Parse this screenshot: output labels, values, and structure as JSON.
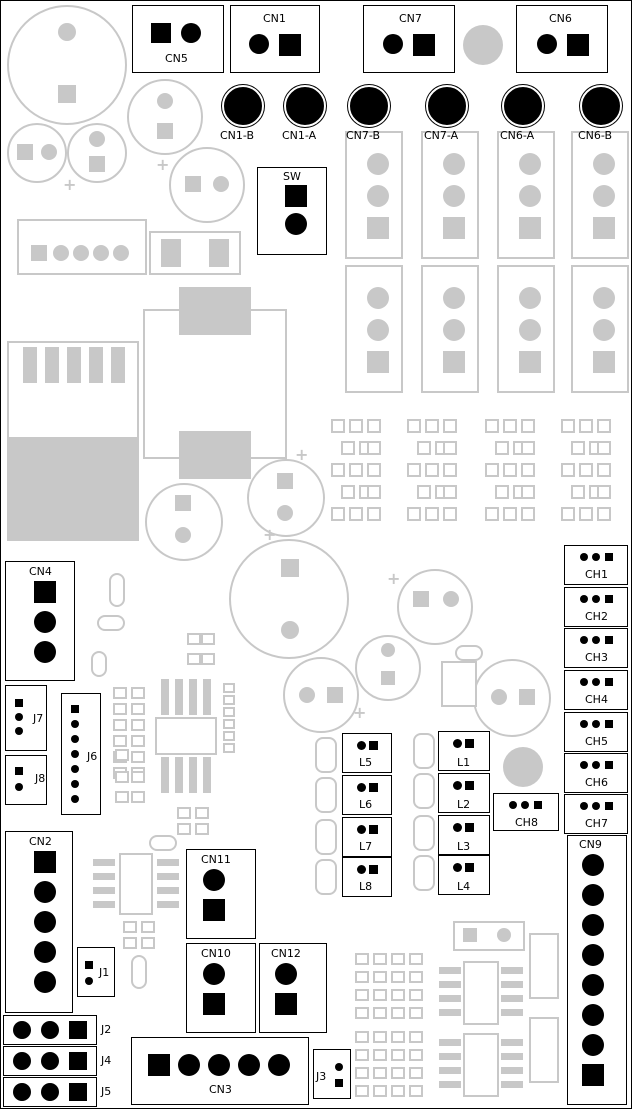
{
  "connectors": {
    "cn1": "CN1",
    "cn5": "CN5",
    "cn7": "CN7",
    "cn6": "CN6",
    "cn4": "CN4",
    "cn2": "CN2",
    "cn3": "CN3",
    "cn9": "CN9",
    "cn10": "CN10",
    "cn11": "CN11",
    "cn12": "CN12",
    "sw": "SW"
  },
  "test_points": [
    "CN1-B",
    "CN1-A",
    "CN7-B",
    "CN7-A",
    "CN6-A",
    "CN6-B"
  ],
  "channels": [
    "CH1",
    "CH2",
    "CH3",
    "CH4",
    "CH5",
    "CH6",
    "CH7",
    "CH8"
  ],
  "leds_left": [
    "L5",
    "L6",
    "L7",
    "L8"
  ],
  "leds_right": [
    "L1",
    "L2",
    "L3",
    "L4"
  ],
  "jumpers": {
    "j1": "J1",
    "j2": "J2",
    "j3": "J3",
    "j4": "J4",
    "j5": "J5",
    "j6": "J6",
    "j7": "J7",
    "j8": "J8"
  },
  "colors": {
    "outline": "#000000",
    "silkscreen": "#c8c8c8",
    "background": "#ffffff"
  }
}
